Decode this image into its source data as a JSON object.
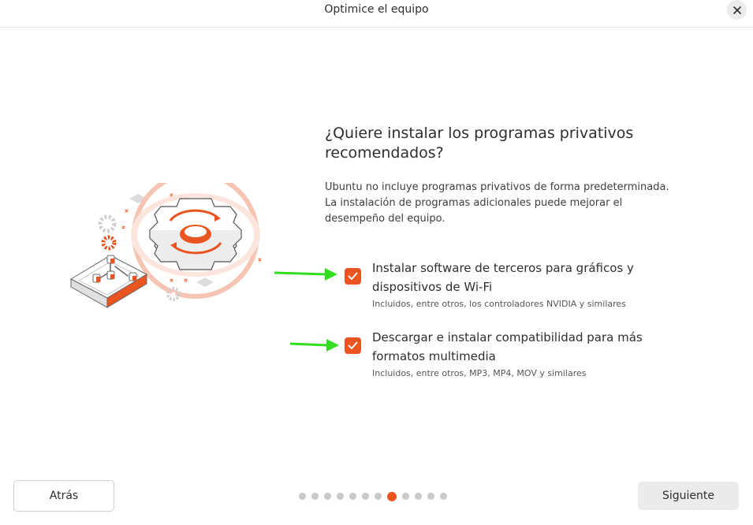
{
  "window": {
    "title": "Optimice el equipo",
    "close_icon": "close-icon"
  },
  "main": {
    "heading": "¿Quiere instalar los programas privativos recomendados?",
    "description": "Ubuntu no incluye programas privativos de forma predeterminada. La instalación de programas adicionales puede mejorar el desempeño del equipo.",
    "options": [
      {
        "label": "Instalar software de terceros para gráficos y dispositivos de Wi-Fi",
        "sublabel": "Incluidos, entre otros, los controladores NVIDIA y similares",
        "checked": true
      },
      {
        "label": "Descargar e instalar compatibilidad para más formatos multimedia",
        "sublabel": "Incluidos, entre otros, MP3, MP4, MOV y similares",
        "checked": true
      }
    ]
  },
  "footer": {
    "back_label": "Atrás",
    "next_label": "Siguiente",
    "pagination": {
      "total": 12,
      "current": 8
    }
  },
  "colors": {
    "accent": "#e95420",
    "annotation_arrow": "#33dd22",
    "inactive_dot": "#c8c8c8"
  }
}
